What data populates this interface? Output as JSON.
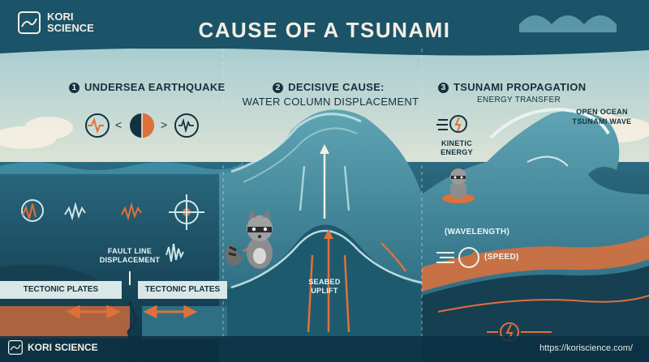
{
  "header": {
    "title": "CAUSE OF A TSUNAMI",
    "brand_line1": "KORI",
    "brand_line2": "SCIENCE"
  },
  "sections": [
    {
      "number": "1",
      "title": "UNDERSEA EARTHQUAKE",
      "subtitle": ""
    },
    {
      "number": "2",
      "title": "DECISIVE CAUSE:",
      "subtitle": "WATER COLUMN DISPLACEMENT"
    },
    {
      "number": "3",
      "title": "TSUNAMI PROPAGATION",
      "subtitle": "ENERGY TRANSFER"
    }
  ],
  "labels": {
    "fault_line_1": "FAULT LINE",
    "fault_line_2": "DISPLACEMENT",
    "tectonic_left": "TECTONIC PLATES",
    "tectonic_right": "TECTONIC PLATES",
    "seabed_1": "SEABED",
    "seabed_2": "UPLIFT",
    "kinetic_1": "KINETIC",
    "kinetic_2": "ENERGY",
    "open_ocean_1": "OPEN OCEAN",
    "open_ocean_2": "TSUNAMI WAVE",
    "wavelength": "(WAVELENGTH)",
    "speed": "(SPEED)",
    "nav_left": "<",
    "nav_right": ">"
  },
  "footer": {
    "brand": "KORI SCIENCE",
    "url": "https://koriscience.com/"
  },
  "colors": {
    "sky": "#cfe3de",
    "ocean_deep": "#0e3a4f",
    "ocean_mid": "#2a6f86",
    "wave_light": "#7fbcc8",
    "accent_orange": "#e0703a",
    "cream": "#f3efe3"
  }
}
